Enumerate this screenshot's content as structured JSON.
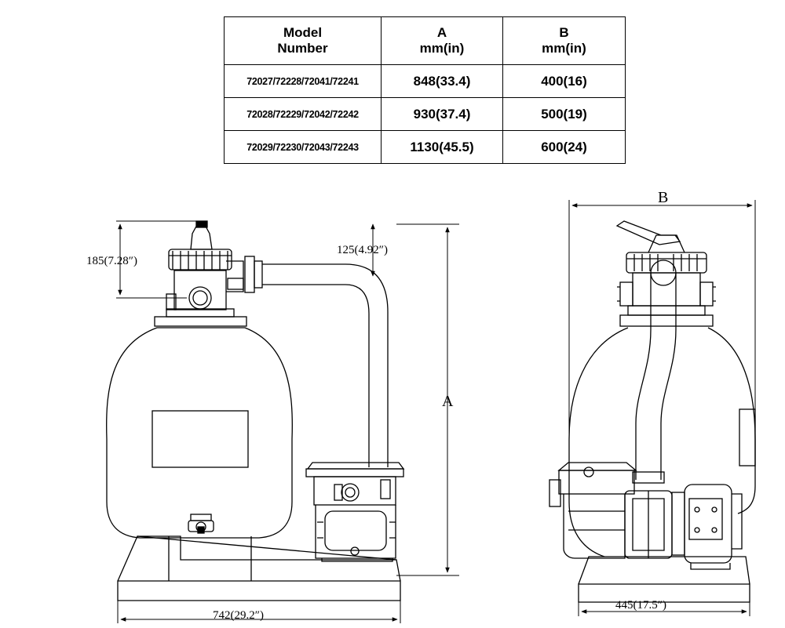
{
  "table": {
    "headers": [
      {
        "line1": "Model",
        "line2": "Number"
      },
      {
        "line1": "A",
        "line2": "mm(in)"
      },
      {
        "line1": "B",
        "line2": "mm(in)"
      }
    ],
    "rows": [
      {
        "model": "72027/72228/72041/72241",
        "a": "848(33.4)",
        "b": "400(16)"
      },
      {
        "model": "72028/72229/72042/72242",
        "a": "930(37.4)",
        "b": "500(19)"
      },
      {
        "model": "72029/72230/72043/72243",
        "a": "1130(45.5)",
        "b": "600(24)"
      }
    ]
  },
  "dimensions": {
    "valve_height": "185(7.28″)",
    "pipe_offset": "125(4.92″)",
    "height_label": "A",
    "width_label": "B",
    "base_length": "742(29.2″)",
    "base_depth": "445(17.5″)"
  }
}
